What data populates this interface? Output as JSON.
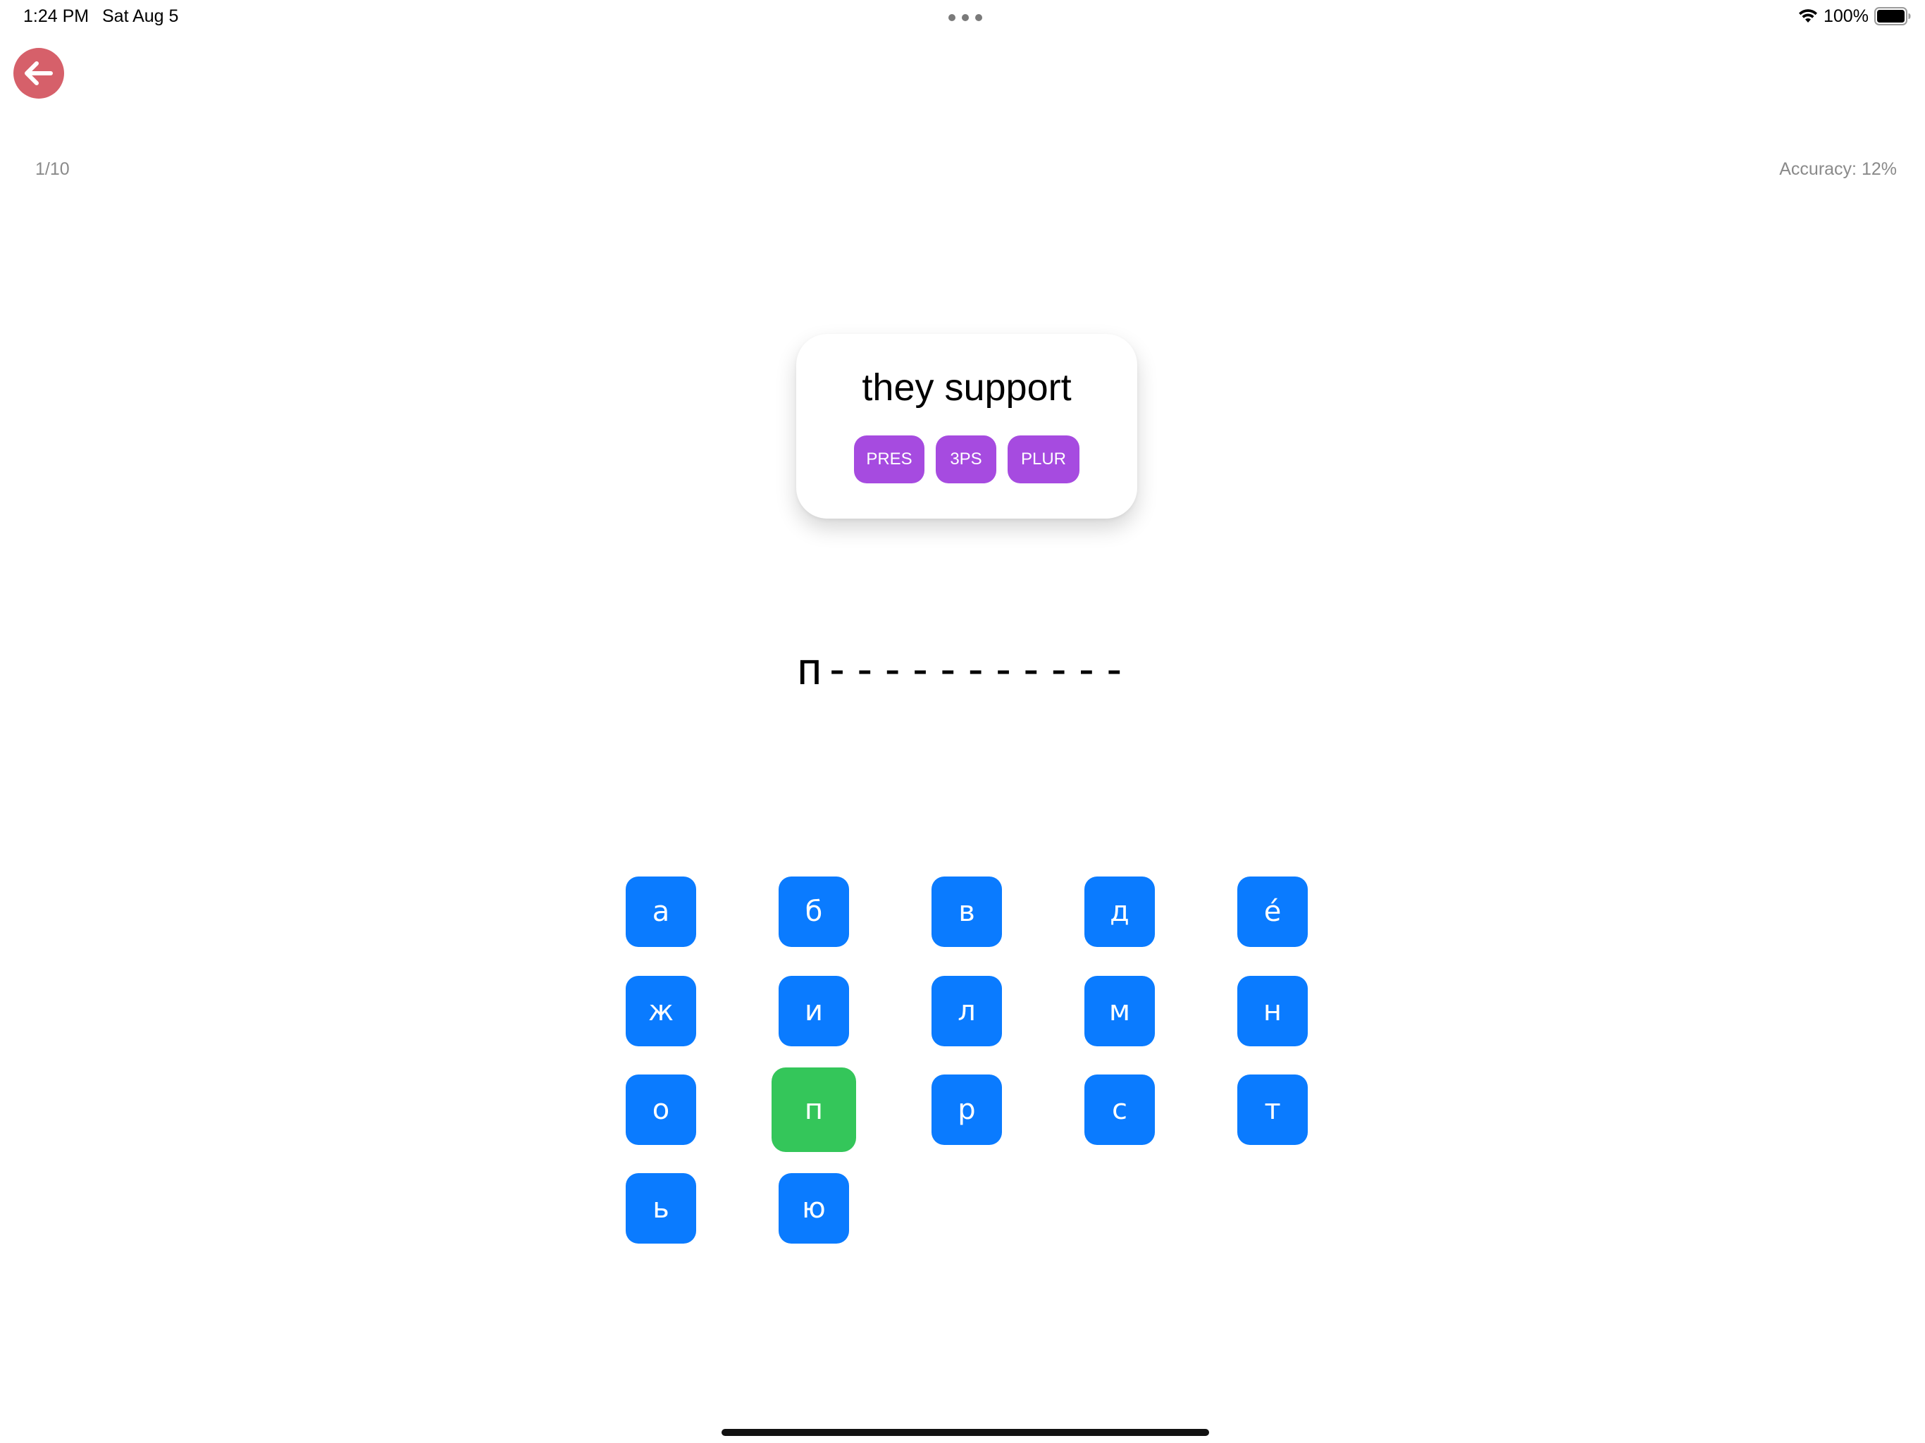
{
  "status_bar": {
    "time": "1:24 PM",
    "date": "Sat Aug 5",
    "battery_percent": "100%",
    "icons": [
      "wifi-icon",
      "battery-icon",
      "multitasking-dots-icon"
    ]
  },
  "header": {
    "back_icon": "arrow-left-icon",
    "back_color": "#d6606a",
    "progress": "1/10",
    "accuracy": "Accuracy: 12%"
  },
  "prompt": {
    "text": "they support",
    "tags": [
      "PRES",
      "3PS",
      "PLUR"
    ],
    "tag_color": "#a64be0"
  },
  "answer": {
    "display": "п-----------"
  },
  "keyboard": {
    "key_color": "#0a7bff",
    "selected_color": "#34c65a",
    "rows": [
      [
        "а",
        "б",
        "в",
        "д",
        "é"
      ],
      [
        "ж",
        "и",
        "л",
        "м",
        "н"
      ],
      [
        "о",
        "п",
        "р",
        "с",
        "т"
      ],
      [
        "ь",
        "ю"
      ]
    ],
    "selected": "п"
  }
}
